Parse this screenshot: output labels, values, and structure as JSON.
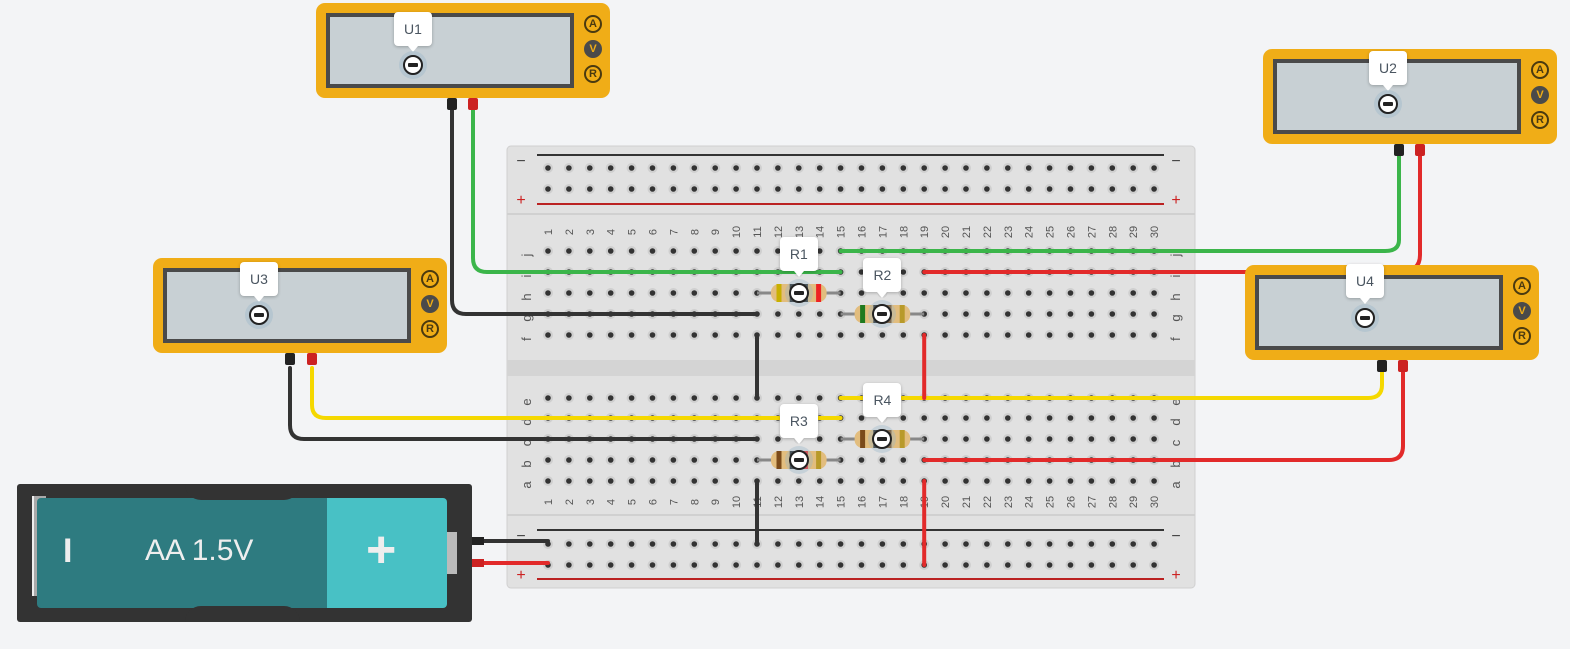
{
  "app": {
    "title": "Circuit simulator"
  },
  "multimeters": [
    {
      "id": "U1",
      "label": "U1",
      "modes": [
        "A",
        "V",
        "R"
      ],
      "active_mode": "V"
    },
    {
      "id": "U2",
      "label": "U2",
      "modes": [
        "A",
        "V",
        "R"
      ],
      "active_mode": "V"
    },
    {
      "id": "U3",
      "label": "U3",
      "modes": [
        "A",
        "V",
        "R"
      ],
      "active_mode": "V"
    },
    {
      "id": "U4",
      "label": "U4",
      "modes": [
        "A",
        "V",
        "R"
      ],
      "active_mode": "V"
    }
  ],
  "resistors": [
    {
      "id": "R1",
      "label": "R1",
      "bands": [
        "#c8b000",
        "#222222",
        "#222222",
        "#ee2222"
      ]
    },
    {
      "id": "R2",
      "label": "R2",
      "bands": [
        "#1f7a1f",
        "#222222",
        "#7a4a1a",
        "#b89a2a"
      ]
    },
    {
      "id": "R3",
      "label": "R3",
      "bands": [
        "#7a4a1a",
        "#222222",
        "#ee2222",
        "#b89a2a"
      ]
    },
    {
      "id": "R4",
      "label": "R4",
      "bands": [
        "#7a4a1a",
        "#222222",
        "#7a4a1a",
        "#b89a2a"
      ]
    }
  ],
  "battery": {
    "label": "AA 1.5V",
    "minus_symbol": "I",
    "plus_symbol": "+",
    "body_color": "#2e7b80",
    "cap_color": "#48c1c5"
  },
  "breadboard": {
    "columns": 30,
    "top_rows": [
      "j",
      "i",
      "h",
      "g",
      "f"
    ],
    "bottom_rows": [
      "e",
      "d",
      "c",
      "b",
      "a"
    ],
    "rail_minus": "−",
    "rail_plus": "+"
  },
  "colors": {
    "meter": "#f0ad17",
    "wire_black": "#333333",
    "wire_red": "#e22a2a",
    "wire_green": "#3bb54a",
    "wire_yellow": "#f5d800"
  }
}
